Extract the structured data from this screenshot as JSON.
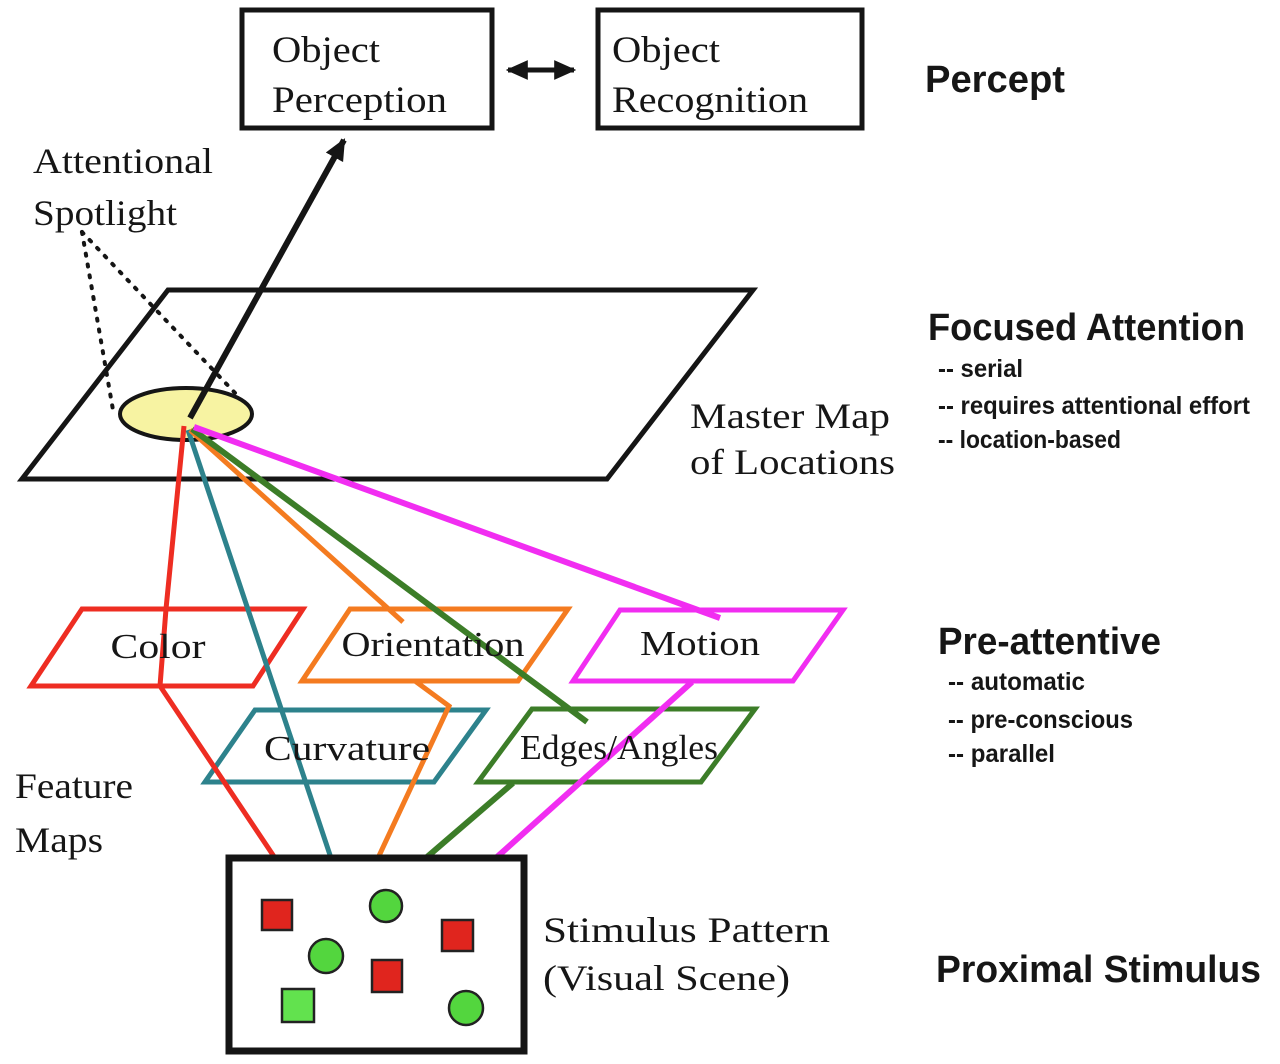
{
  "percept": {
    "label": "Percept"
  },
  "object_perception": {
    "line1": "Object",
    "line2": "Perception"
  },
  "object_recognition": {
    "line1": "Object",
    "line2": "Recognition"
  },
  "attentional_spotlight": {
    "line1": "Attentional",
    "line2": "Spotlight"
  },
  "master_map": {
    "line1": "Master Map",
    "line2": "of Locations"
  },
  "focused_attention": {
    "title": "Focused Attention",
    "bullets": [
      "-- serial",
      "-- requires attentional effort",
      "-- location-based"
    ]
  },
  "pre_attentive": {
    "title": "Pre-attentive",
    "bullets": [
      "-- automatic",
      "-- pre-conscious",
      "-- parallel"
    ]
  },
  "proximal_stimulus": {
    "label": "Proximal Stimulus"
  },
  "feature_maps_caption": {
    "line1": "Feature",
    "line2": "Maps"
  },
  "feature_maps": {
    "color": {
      "label": "Color"
    },
    "orientation": {
      "label": "Orientation"
    },
    "motion": {
      "label": "Motion"
    },
    "curvature": {
      "label": "Curvature"
    },
    "edges_angles": {
      "label": "Edges/Angles"
    }
  },
  "stimulus_pattern": {
    "line1": "Stimulus Pattern",
    "line2": "(Visual Scene)"
  },
  "colors": {
    "label_blue": "#2323cd",
    "red": "#ee2d22",
    "orange": "#f47b20",
    "magenta": "#f12df1",
    "teal": "#2d828c",
    "green": "#3c7d28",
    "spotlight_fill": "#f7f3a2",
    "stimulus_red": "#e0251e",
    "stimulus_green": "#53d63e",
    "stimulus_green_light": "#62e24e",
    "line_black": "#151515"
  }
}
